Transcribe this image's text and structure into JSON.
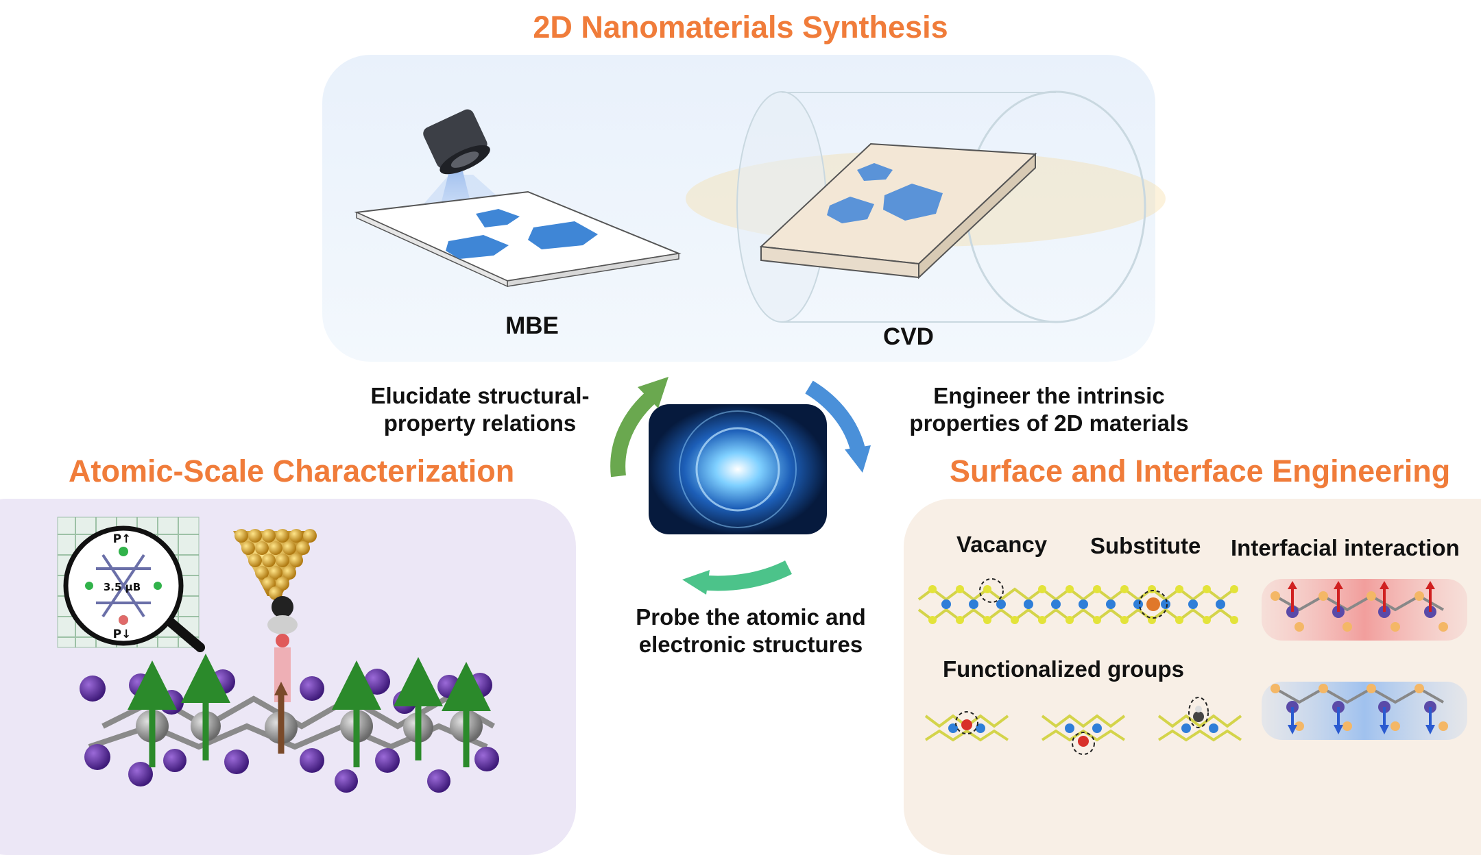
{
  "main_title": "2D Nanomaterials Synthesis",
  "synthesis": {
    "mbe_label": "MBE",
    "cvd_label": "CVD"
  },
  "cycle": {
    "left_text": [
      "Elucidate structural-",
      "property relations"
    ],
    "right_text": [
      "Engineer the intrinsic",
      "properties of 2D materials"
    ],
    "bottom_text": [
      "Probe the atomic and",
      "electronic structures"
    ],
    "colors": {
      "green": "#6aa84f",
      "blue": "#4a90d9",
      "teal": "#4cc38a"
    }
  },
  "characterization": {
    "title": "Atomic-Scale Characterization",
    "inset": {
      "p_up": "P↑",
      "p_down": "P↓",
      "moment": "3.5 μB"
    }
  },
  "surface": {
    "title": "Surface and Interface Engineering",
    "vacancy": "Vacancy",
    "substitute": "Substitute",
    "interfacial": "Interfacial interaction",
    "functionalized": "Functionalized groups"
  },
  "accent_color": "#f07c3a"
}
